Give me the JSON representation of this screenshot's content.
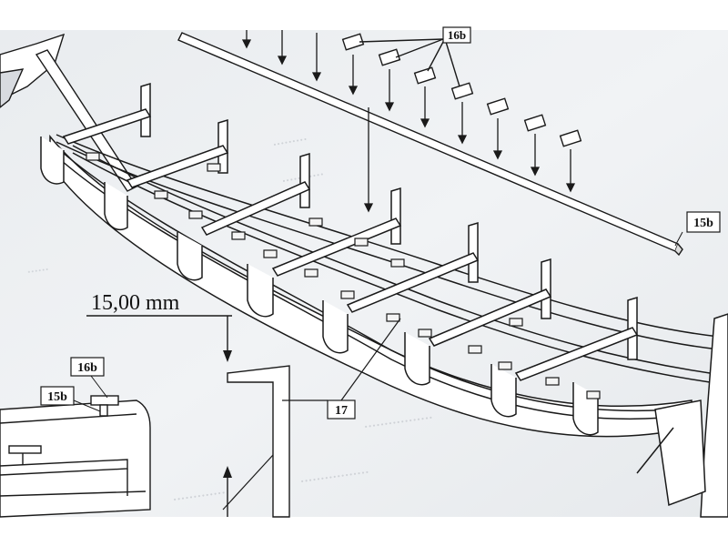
{
  "labels": {
    "part_16b_top": "16b",
    "part_15b_right": "15b",
    "dimension": "15,00 mm",
    "part_16b_left": "16b",
    "part_15b_left": "15b",
    "part_17": "17"
  },
  "colors": {
    "paper": "#eef0f3",
    "ink": "#1a1a1a",
    "ghost_text": "#c9cdd2"
  }
}
